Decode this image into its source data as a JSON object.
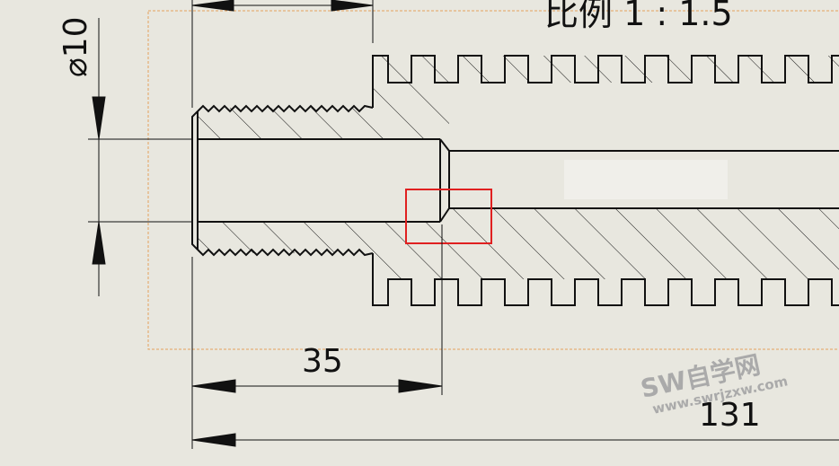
{
  "drawing": {
    "scale_label": "比例 1 : 1.5",
    "diameter_label": "⌀10",
    "dim_depth": "35",
    "dim_total": "131"
  },
  "watermark": {
    "brand": "SW自学网",
    "url": "www.swrjzxw.com"
  },
  "colors": {
    "background": "#e8e7df",
    "line": "#111111",
    "border": "#e3a15c",
    "highlight": "#e02020",
    "watermark": "#aaaaaa"
  }
}
